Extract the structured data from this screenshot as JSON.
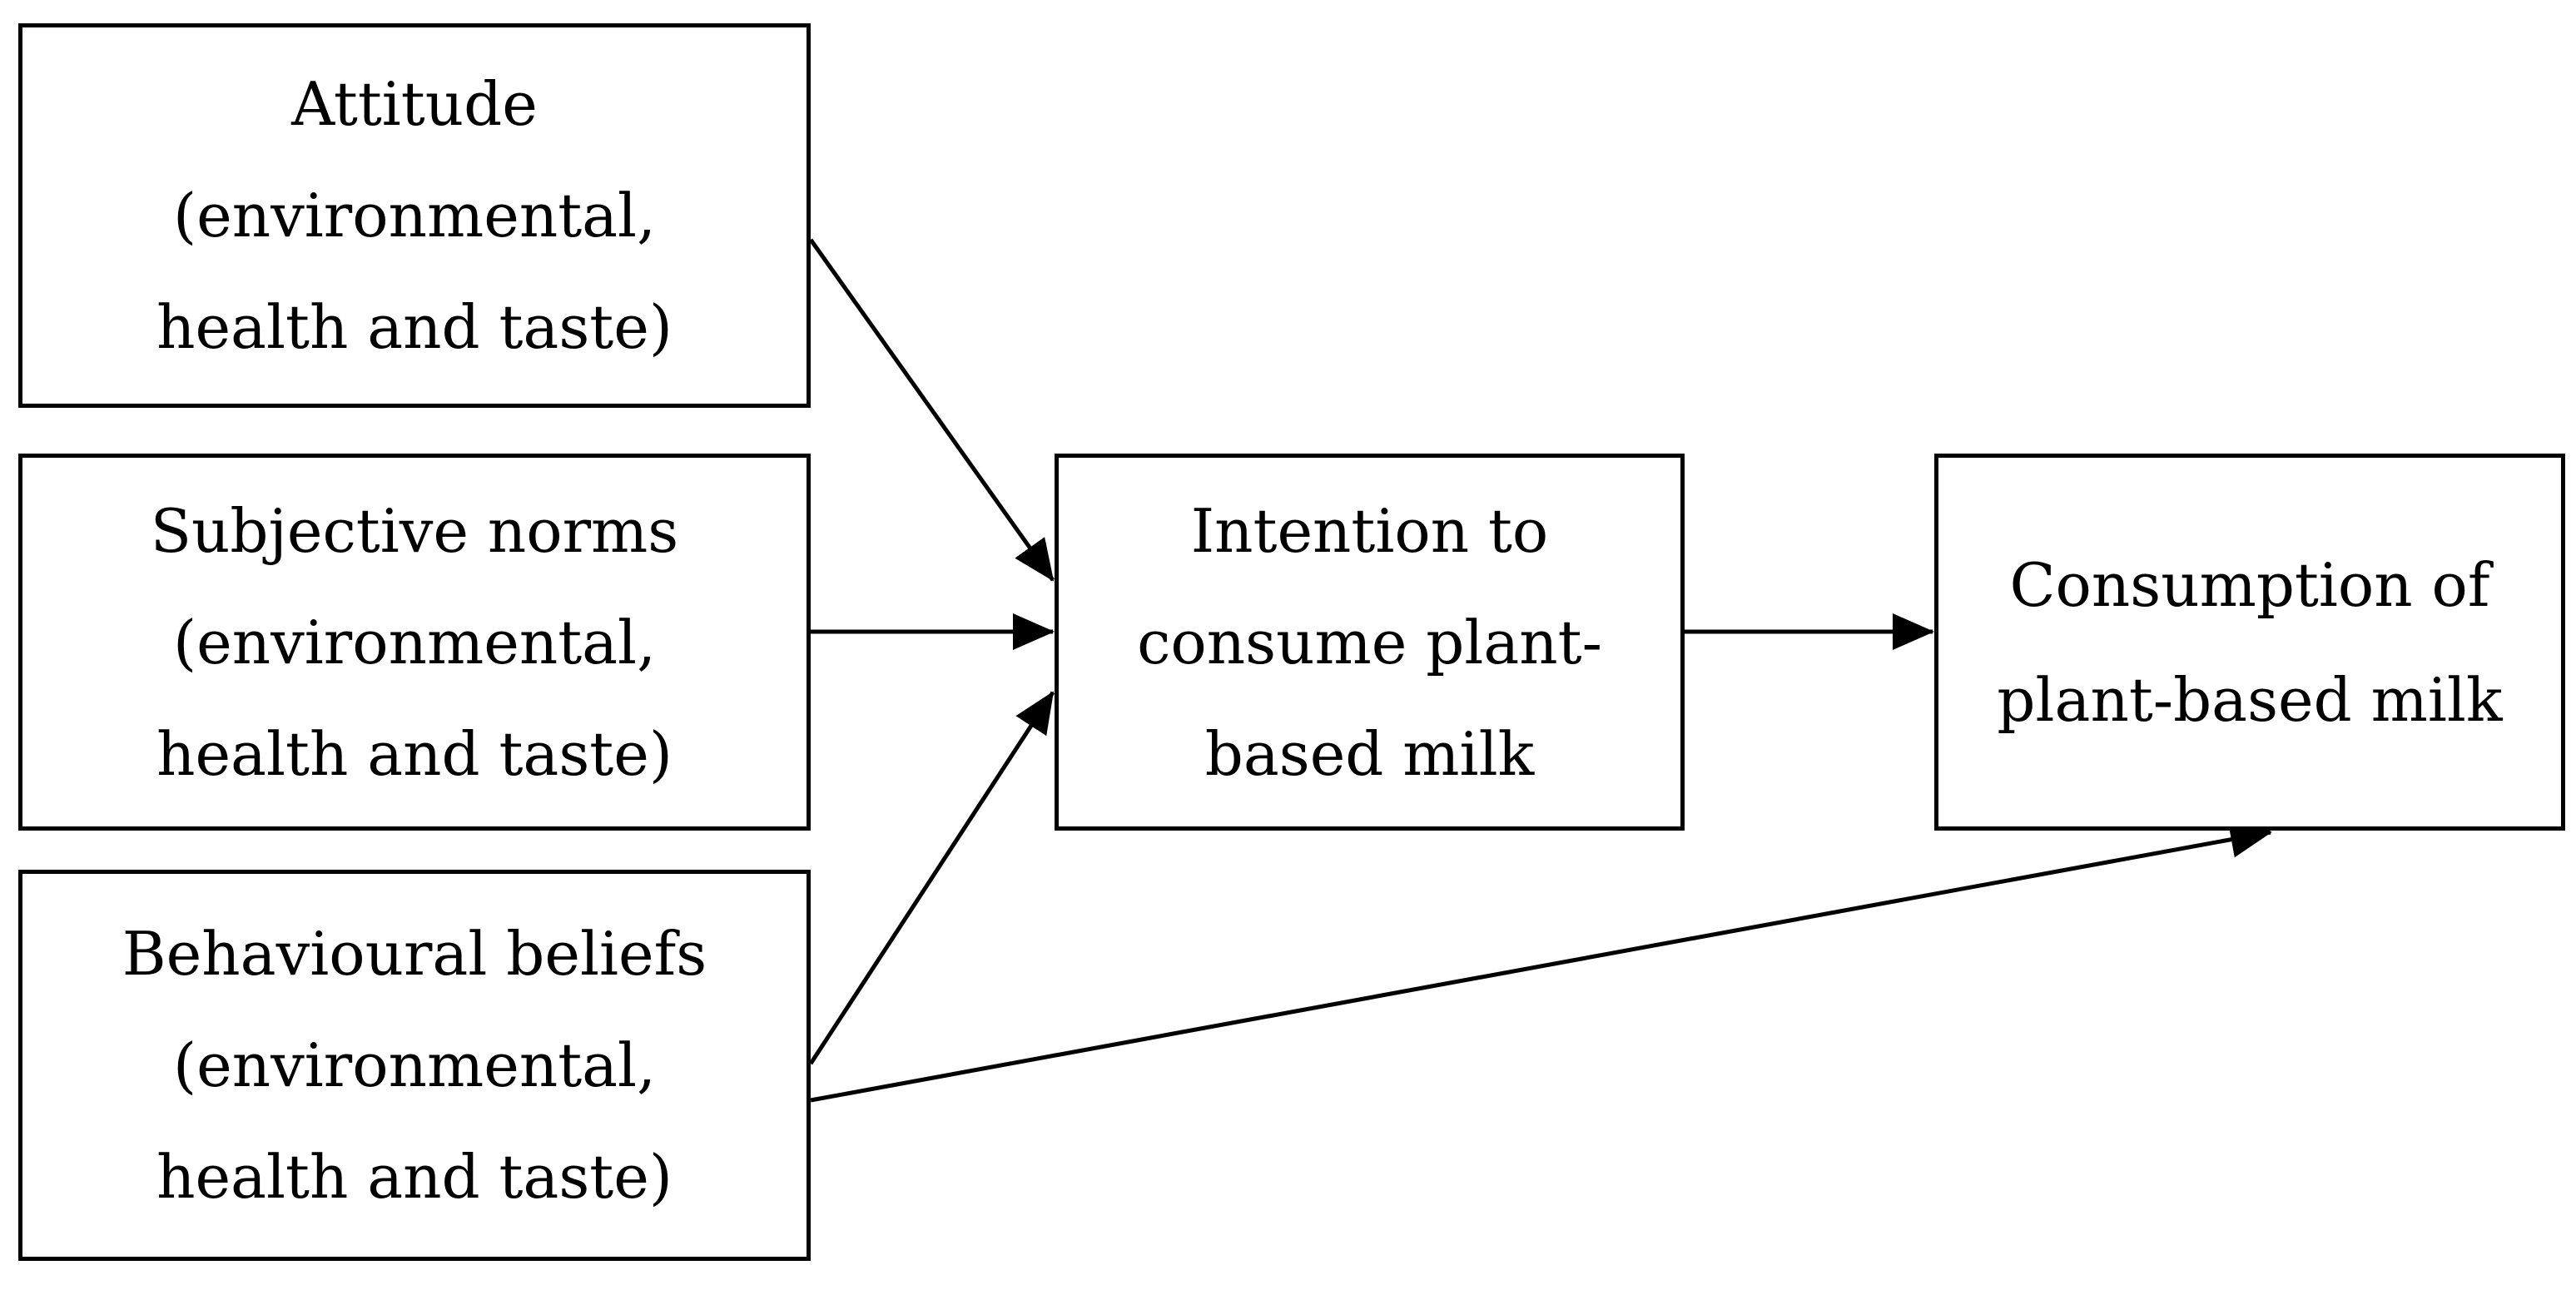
{
  "diagram": {
    "nodes": {
      "attitude": {
        "lines": [
          "Attitude",
          "(environmental,",
          "health and taste)"
        ]
      },
      "subjective_norms": {
        "lines": [
          "Subjective norms",
          "(environmental,",
          "health and taste)"
        ]
      },
      "behavioural_beliefs": {
        "lines": [
          "Behavioural beliefs",
          "(environmental,",
          "health and taste)"
        ]
      },
      "intention": {
        "lines": [
          "Intention to",
          "consume plant-",
          "based milk"
        ]
      },
      "consumption": {
        "lines": [
          "Consumption of",
          "plant-based milk"
        ]
      }
    },
    "edges": [
      {
        "from": "attitude",
        "to": "intention"
      },
      {
        "from": "subjective_norms",
        "to": "intention"
      },
      {
        "from": "behavioural_beliefs",
        "to": "intention"
      },
      {
        "from": "intention",
        "to": "consumption"
      },
      {
        "from": "behavioural_beliefs",
        "to": "consumption"
      }
    ],
    "colors": {
      "stroke": "#000000",
      "background": "#ffffff"
    }
  }
}
